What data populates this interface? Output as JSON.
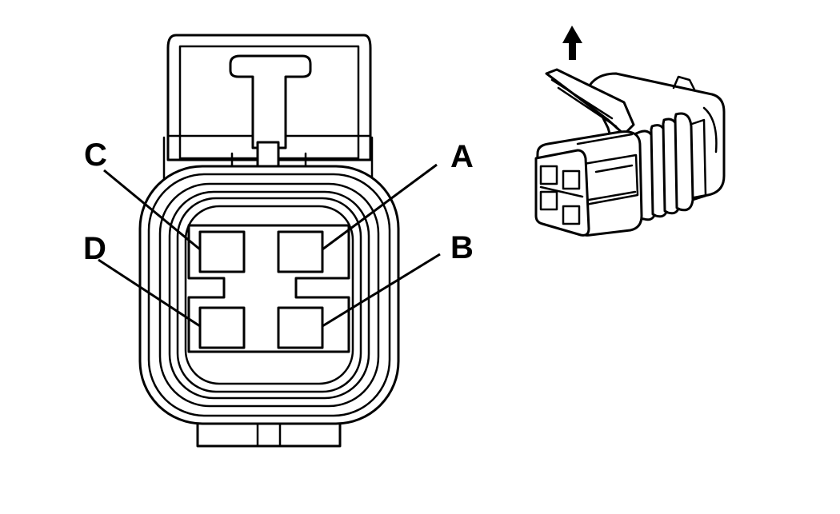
{
  "figure": {
    "pins": [
      {
        "id": "A",
        "label": "A"
      },
      {
        "id": "B",
        "label": "B"
      },
      {
        "id": "C",
        "label": "C"
      },
      {
        "id": "D",
        "label": "D"
      }
    ],
    "colors": {
      "line": "#000000",
      "background": "#ffffff"
    },
    "icons": {
      "release-direction": "up-arrow-icon"
    }
  }
}
